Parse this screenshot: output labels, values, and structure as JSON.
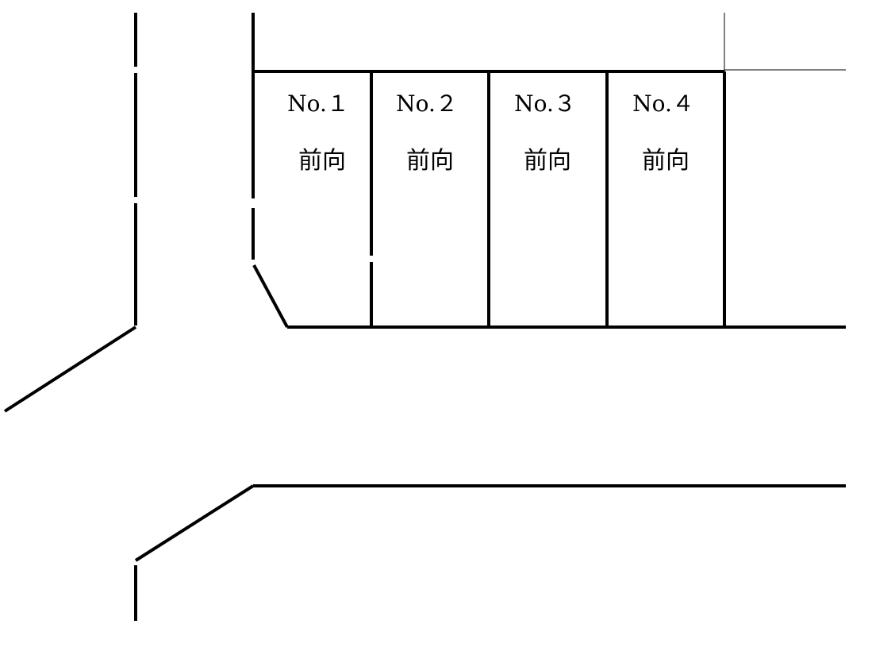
{
  "diagram": {
    "type": "parking-lot-layout",
    "colors": {
      "line": "#000000",
      "background": "#ffffff"
    },
    "spaces": [
      {
        "number": "No.１",
        "orientation": "前向"
      },
      {
        "number": "No.２",
        "orientation": "前向"
      },
      {
        "number": "No.３",
        "orientation": "前向"
      },
      {
        "number": "No.４",
        "orientation": "前向"
      }
    ]
  }
}
